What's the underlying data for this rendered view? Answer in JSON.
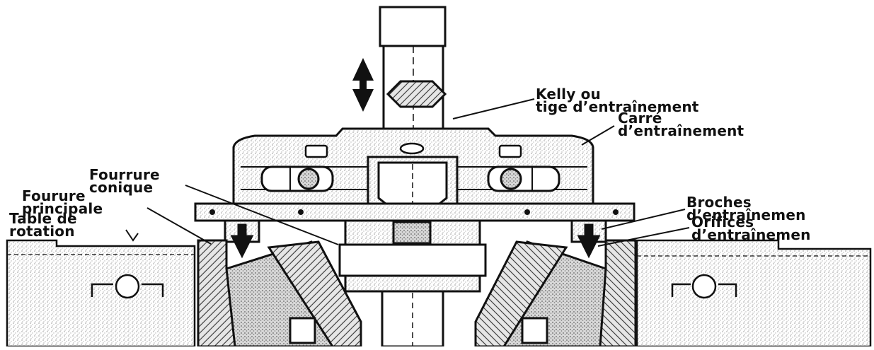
{
  "diagram": {
    "labels": {
      "kelly": [
        "Kelly ou",
        "tige  d’entraînement"
      ],
      "carre": [
        "Carré",
        "d’entraînement"
      ],
      "fourrure_conique": [
        "Fourrure",
        "conique"
      ],
      "fourure_principale": [
        "Fourure",
        "principale"
      ],
      "table_rotation": [
        "Table  de",
        "rotation"
      ],
      "broches": [
        "Broches",
        "d’entraînemen"
      ],
      "orifices": [
        "Orifices",
        "d’entraînemen"
      ]
    },
    "colors": {
      "ink": "#111111",
      "hatch": "#555555",
      "stipple": "#bdbdbd",
      "paper": "#ffffff"
    }
  }
}
